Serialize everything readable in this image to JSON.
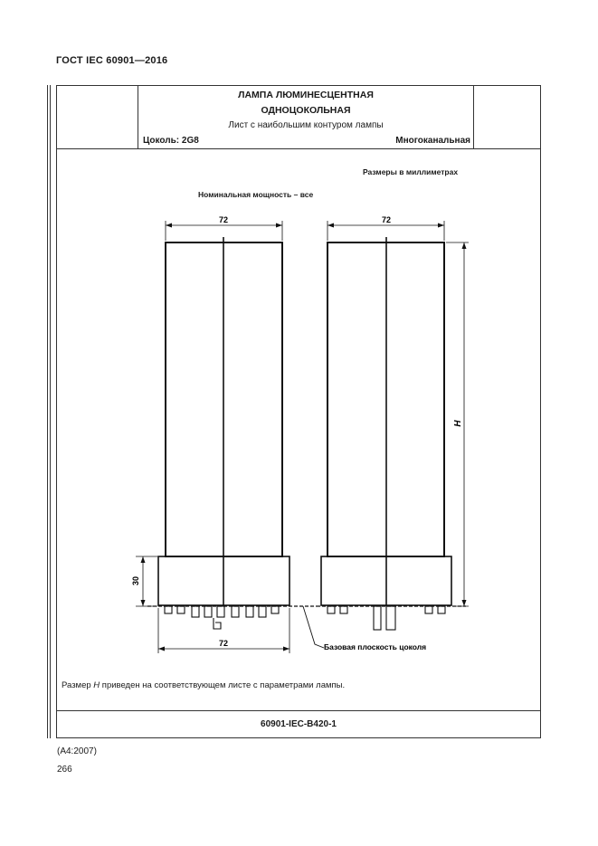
{
  "document": {
    "standard": "ГОСТ IEC 60901—2016",
    "format_note": "(A4:2007)",
    "page_number": "266"
  },
  "title_block": {
    "title_line1": "ЛАМПА ЛЮМИНЕСЦЕНТНАЯ",
    "title_line2": "ОДНОЦОКОЛЬНАЯ",
    "subtitle": "Лист с наибольшим контуром лампы",
    "socket": "Цоколь: 2G8",
    "type": "Многоканальная"
  },
  "drawing": {
    "dimensions_note": "Размеры в миллиметрах",
    "wattage_note": "Номинальная мощность – все",
    "dim_width_left": "72",
    "dim_width_right": "72",
    "dim_width_base": "72",
    "dim_base_height": "30",
    "dim_height_symbol": "H",
    "base_plane_label": "Базовая плоскость цоколя"
  },
  "footnote": {
    "prefix": "Размер ",
    "symbol": "H",
    "suffix": " приведен на соответствующем листе с параметрами лампы."
  },
  "footer": {
    "sheet_code": "60901-IEC-B420-1"
  }
}
